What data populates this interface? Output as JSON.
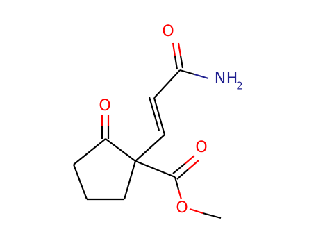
{
  "molecule": {
    "atoms": {
      "ketone_oxygen": {
        "symbol": "O"
      },
      "amide_oxygen": {
        "symbol": "O"
      },
      "amide_nitrogen": {
        "symbol": "N",
        "hydrogens": "H",
        "subscript": "2"
      },
      "ester_carbonyl_oxygen": {
        "symbol": "O"
      },
      "ester_ether_oxygen": {
        "symbol": "O"
      }
    }
  },
  "colors": {
    "carbon_bond": "#000000",
    "oxygen": "#ff0000",
    "nitrogen": "#1f1f8f",
    "background": "#ffffff"
  }
}
